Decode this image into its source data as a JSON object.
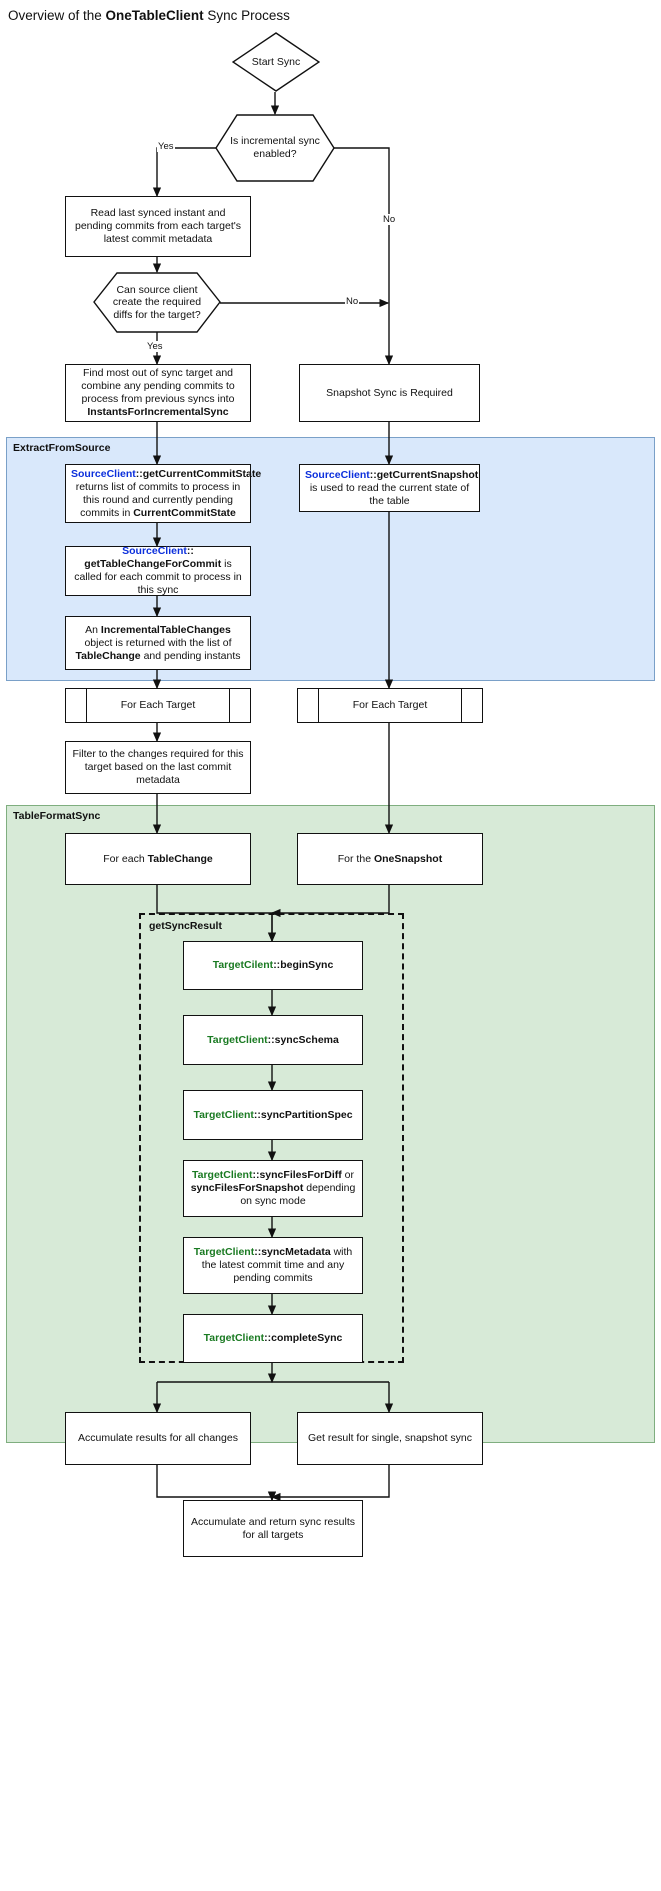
{
  "title": {
    "prefix": "Overview of the ",
    "bold": "OneTableClient",
    "suffix": " Sync Process"
  },
  "colors": {
    "extract_group_fill": "#d9e8fb",
    "extract_group_stroke": "#7aa0c8",
    "tableformat_group_fill": "#d7ead7",
    "tableformat_group_stroke": "#7fae7f",
    "source_client_text": "#0b2fdc",
    "target_client_text": "#1a7a22",
    "node_stroke": "#111111",
    "node_fill": "#ffffff",
    "background": "#ffffff"
  },
  "groups": {
    "extract_from_source": "ExtractFromSource",
    "table_format_sync": "TableFormatSync",
    "get_sync_result": "getSyncResult"
  },
  "nodes": {
    "start": "Start Sync",
    "incremental_decision": "Is incremental sync enabled?",
    "read_last_synced": "Read last synced instant and pending commits from each target's latest commit metadata",
    "can_create_diffs": "Can source client create the required diffs for the target?",
    "find_out_of_sync_1": "Find most out of sync target and combine any pending commits to process from previous syncs into ",
    "find_out_of_sync_bold": "InstantsForIncrementalSync",
    "snapshot_required": "Snapshot Sync is Required",
    "get_current_commit_state_client": "SourceClient",
    "get_current_commit_state_sep": "::",
    "get_current_commit_state_method": "getCurrentCommitState",
    "get_current_commit_state_body": " returns list of commits to process in this round and currently pending commits in ",
    "get_current_commit_state_bold": "CurrentCommitState",
    "get_current_snapshot_client": "SourceClient",
    "get_current_snapshot_method": "getCurrentSnapshot",
    "get_current_snapshot_body": " is used to read the current state of the table",
    "get_table_change_client": "SourceClient",
    "get_table_change_method": "getTableChangeForCommit",
    "get_table_change_body": " is called for each commit to process in this sync",
    "incremental_changes_pre": "An ",
    "incremental_changes_bold1": "IncrementalTableChanges",
    "incremental_changes_mid": " object is returned with the list of ",
    "incremental_changes_bold2": "TableChange",
    "incremental_changes_post": " and pending instants",
    "for_each_target_left": "For Each Target",
    "for_each_target_right": "For Each Target",
    "filter_changes": "Filter to the changes required for this target based on the last commit metadata",
    "for_each_tablechange_pre": "For each ",
    "for_each_tablechange_bold": "TableChange",
    "for_the_onesnapshot_pre": "For the ",
    "for_the_onesnapshot_bold": "OneSnapshot",
    "begin_sync_client": "TargetCilent",
    "begin_sync_method": "beginSync",
    "sync_schema_client": "TargetClient",
    "sync_schema_method": "syncSchema",
    "sync_partition_client": "TargetClient",
    "sync_partition_method": "syncPartitionSpec",
    "sync_files_client": "TargetClient",
    "sync_files_method": "syncFilesForDiff",
    "sync_files_or": " or ",
    "sync_files_bold2": "syncFilesForSnapshot",
    "sync_files_tail": " depending on sync mode",
    "sync_metadata_client": "TargetClient",
    "sync_metadata_method": "syncMetadata",
    "sync_metadata_tail": " with the latest commit time and any pending commits",
    "complete_sync_client": "TargetClient",
    "complete_sync_method": "completeSync",
    "accumulate_all_changes": "Accumulate results for all changes",
    "get_result_snapshot": "Get result for single, snapshot sync",
    "accumulate_return": "Accumulate and return sync results for all targets"
  },
  "edge_labels": {
    "incremental_yes": "Yes",
    "incremental_no": "No",
    "diffs_yes": "Yes",
    "diffs_no": "No"
  }
}
